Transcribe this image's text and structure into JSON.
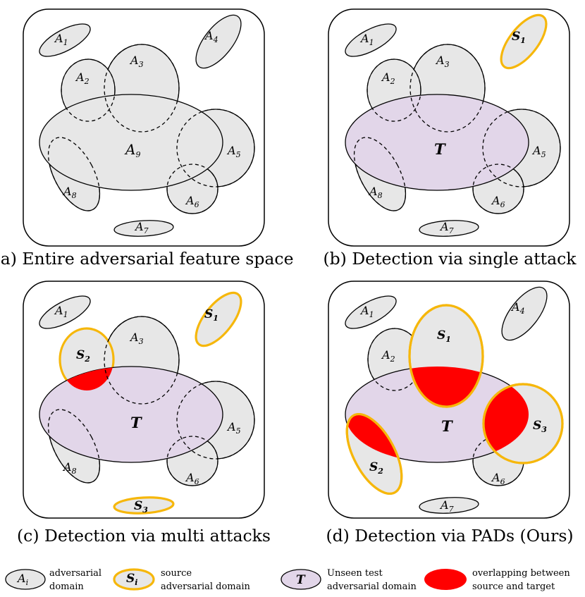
{
  "panels": {
    "a": {
      "caption": "(a) Entire adversarial feature space",
      "labels": {
        "A1": "A",
        "A1s": "1",
        "A2": "A",
        "A2s": "2",
        "A3": "A",
        "A3s": "3",
        "A4": "A",
        "A4s": "4",
        "A5": "A",
        "A5s": "5",
        "A6": "A",
        "A6s": "6",
        "A7": "A",
        "A7s": "7",
        "A8": "A",
        "A8s": "8",
        "A9": "A",
        "A9s": "9"
      }
    },
    "b": {
      "caption": "(b) Detection via single attack",
      "labels": {
        "S1": "S",
        "S1s": "1",
        "A1": "A",
        "A1s": "1",
        "A2": "A",
        "A2s": "2",
        "A3": "A",
        "A3s": "3",
        "A5": "A",
        "A5s": "5",
        "A6": "A",
        "A6s": "6",
        "A7": "A",
        "A7s": "7",
        "A8": "A",
        "A8s": "8",
        "T": "T"
      }
    },
    "c": {
      "caption": "(c) Detection via multi attacks",
      "labels": {
        "S1": "S",
        "S1s": "1",
        "S2": "S",
        "S2s": "2",
        "S3": "S",
        "S3s": "3",
        "A1": "A",
        "A1s": "1",
        "A3": "A",
        "A3s": "3",
        "A5": "A",
        "A5s": "5",
        "A6": "A",
        "A6s": "6",
        "A8": "A",
        "A8s": "8",
        "T": "T"
      }
    },
    "d": {
      "caption": "(d) Detection via PADs (Ours)",
      "labels": {
        "S1": "S",
        "S1s": "1",
        "S2": "S",
        "S2s": "2",
        "S3": "S",
        "S3s": "3",
        "A1": "A",
        "A1s": "1",
        "A2": "A",
        "A2s": "2",
        "A4": "A",
        "A4s": "4",
        "A6": "A",
        "A6s": "6",
        "A7": "A",
        "A7s": "7",
        "T": "T"
      }
    }
  },
  "legend": {
    "adv_symbol": "A",
    "adv_symbol_sub": "i",
    "adv_line1": "adversarial",
    "adv_line2": "domain",
    "src_symbol": "S",
    "src_symbol_sub": "i",
    "src_line1": "source",
    "src_line2": "adversarial domain",
    "tgt_symbol": "T",
    "tgt_line1": "Unseen test",
    "tgt_line2": "adversarial domain",
    "ovl_line1": "overlapping between",
    "ovl_line2": "source and target"
  },
  "colors": {
    "grey_domain": "#e7e7e7",
    "source_border": "#f6b70b",
    "target_fill": "#e2d6e9",
    "overlap": "#ff0000"
  }
}
